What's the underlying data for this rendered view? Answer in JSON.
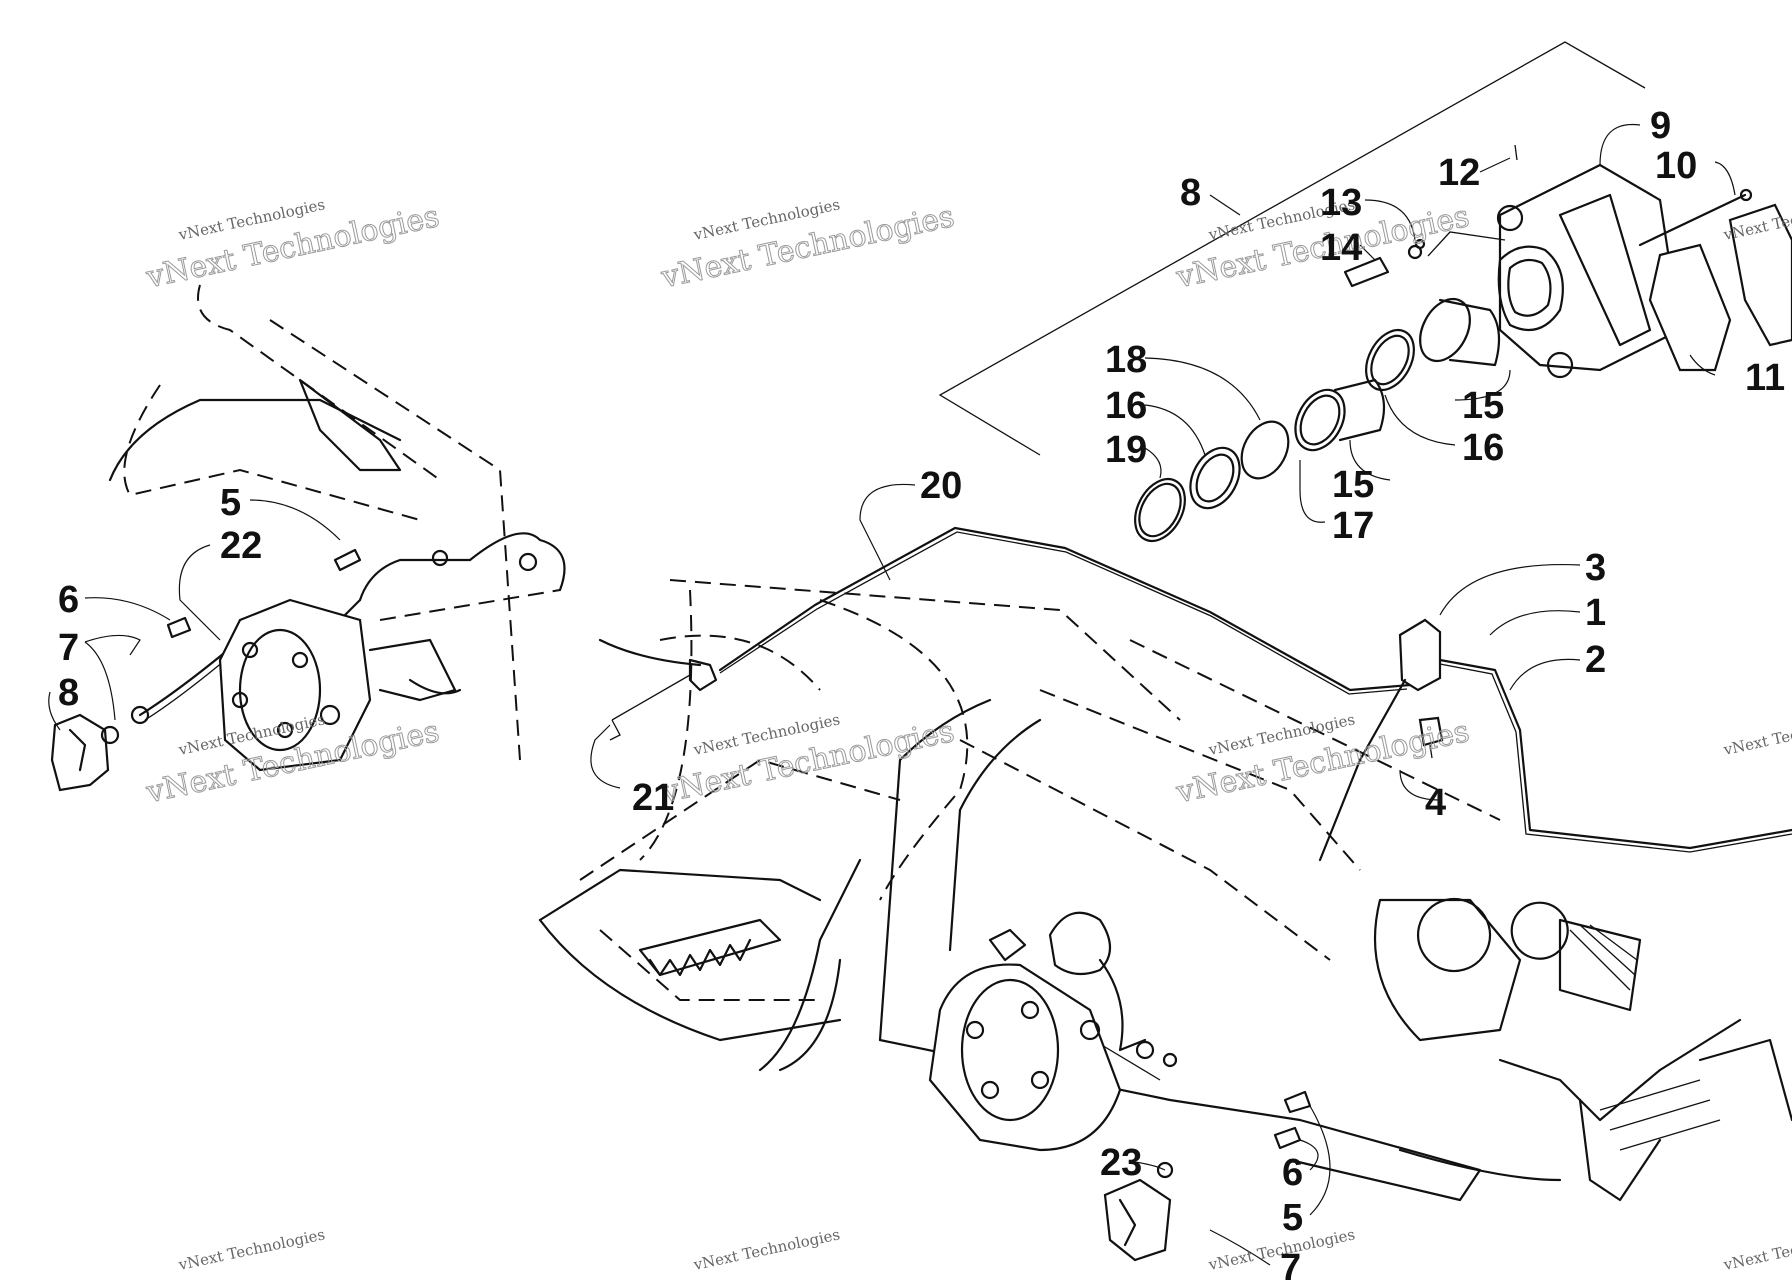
{
  "watermark": {
    "line1": "vNext Technologies",
    "line2": "vNext Technologies"
  },
  "callouts": {
    "c1": "1",
    "c2": "2",
    "c3": "3",
    "c4": "4",
    "c5a": "5",
    "c5b": "5",
    "c6a": "6",
    "c6b": "6",
    "c7a": "7",
    "c7b": "7",
    "c8a": "8",
    "c8b": "8",
    "c9": "9",
    "c10": "10",
    "c11": "11",
    "c12": "12",
    "c13": "13",
    "c14": "14",
    "c15a": "15",
    "c15b": "15",
    "c16a": "16",
    "c16b": "16",
    "c17": "17",
    "c18": "18",
    "c19": "19",
    "c20": "20",
    "c21": "21",
    "c22": "22",
    "c23": "23"
  },
  "colors": {
    "line": "#111111",
    "background": "#ffffff",
    "watermark": "#666666"
  }
}
